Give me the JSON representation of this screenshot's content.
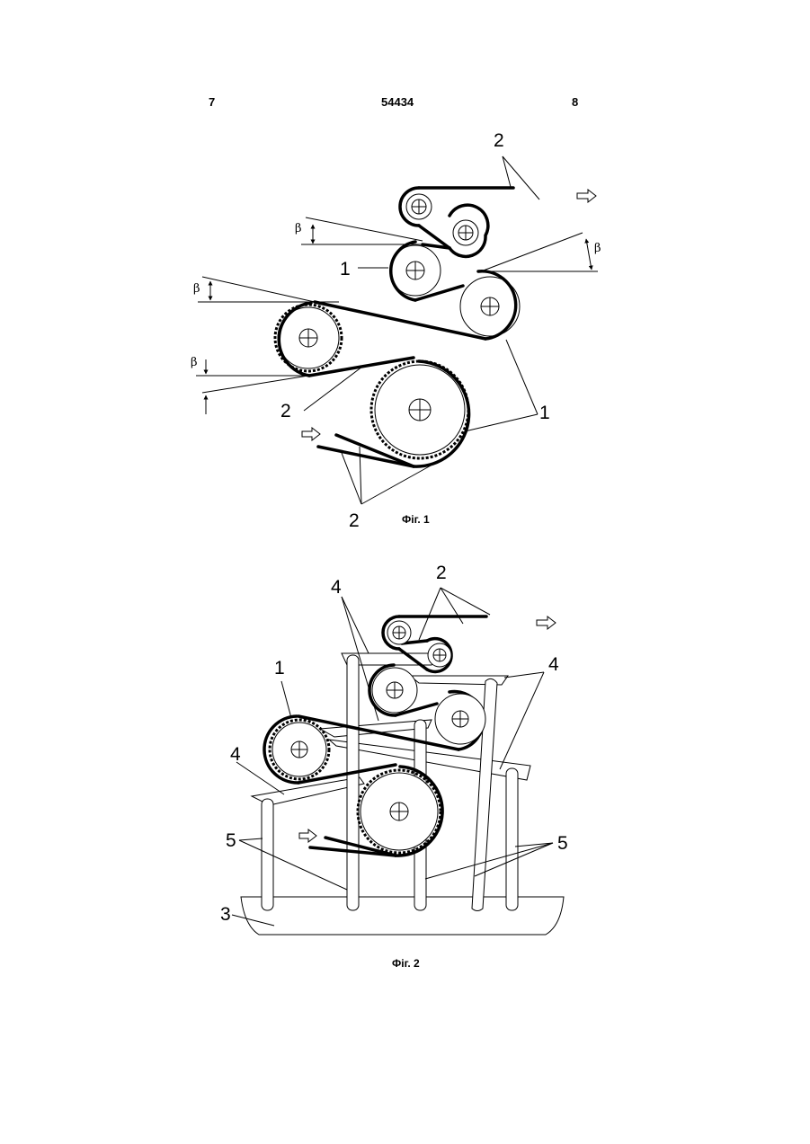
{
  "header": {
    "page_left": "7",
    "patent_number": "54434",
    "page_right": "8"
  },
  "figure1": {
    "caption": "Фіг. 1",
    "labels": {
      "roller": "1",
      "band": "2",
      "angle": "β"
    }
  },
  "figure2": {
    "caption": "Фіг. 2",
    "labels": {
      "roller": "1",
      "band": "2",
      "base": "3",
      "bracket": "4",
      "post": "5"
    }
  }
}
